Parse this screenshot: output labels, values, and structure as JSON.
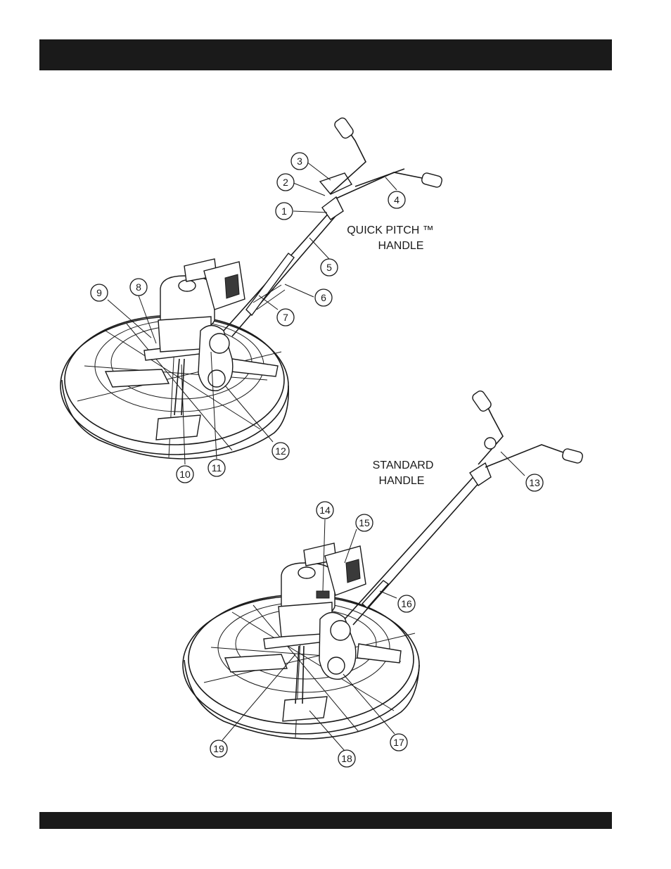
{
  "colors": {
    "bar": "#1a1a1a",
    "ink": "#1a1a1a",
    "paper": "#ffffff"
  },
  "captions": {
    "quick_pitch_line1": "QUICK PITCH ™",
    "quick_pitch_line2": "HANDLE",
    "standard_line1": "STANDARD",
    "standard_line2": "HANDLE"
  },
  "callouts": [
    "1",
    "2",
    "3",
    "4",
    "5",
    "6",
    "7",
    "8",
    "9",
    "10",
    "11",
    "12",
    "13",
    "14",
    "15",
    "16",
    "17",
    "18",
    "19"
  ]
}
